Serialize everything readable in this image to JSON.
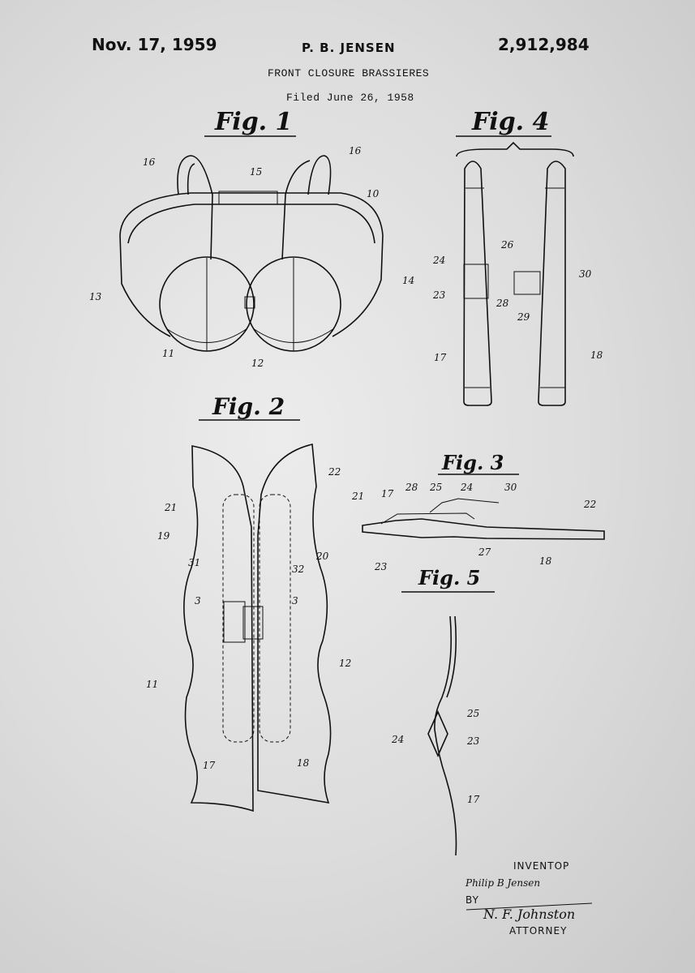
{
  "header": {
    "date": "Nov. 17, 1959",
    "inventor_header": "P. B. JENSEN",
    "patent_number": "2,912,984",
    "title": "FRONT CLOSURE BRASSIERES",
    "filed": "Filed June 26, 1958"
  },
  "figures": {
    "fig1": "Fig. 1",
    "fig2": "Fig. 2",
    "fig3": "Fig. 3",
    "fig4": "Fig. 4",
    "fig5": "Fig. 5"
  },
  "refs": [
    "10",
    "11",
    "12",
    "13",
    "14",
    "15",
    "16",
    "17",
    "18",
    "19",
    "20",
    "21",
    "22",
    "23",
    "24",
    "25",
    "26",
    "27",
    "28",
    "29",
    "30",
    "31",
    "32",
    "3"
  ],
  "signature": {
    "inventor_label": "INVENTOP",
    "inventor_name": "Philip B Jensen",
    "by": "BY",
    "attorney_signature": "N. F. Johnston",
    "attorney_label": "ATTORNEY"
  }
}
